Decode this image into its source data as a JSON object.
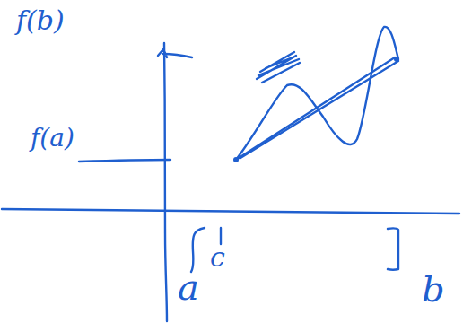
{
  "diagram": {
    "labels": [
      "f(b)",
      "f(a)",
      "a",
      "c",
      "b"
    ]
  }
}
